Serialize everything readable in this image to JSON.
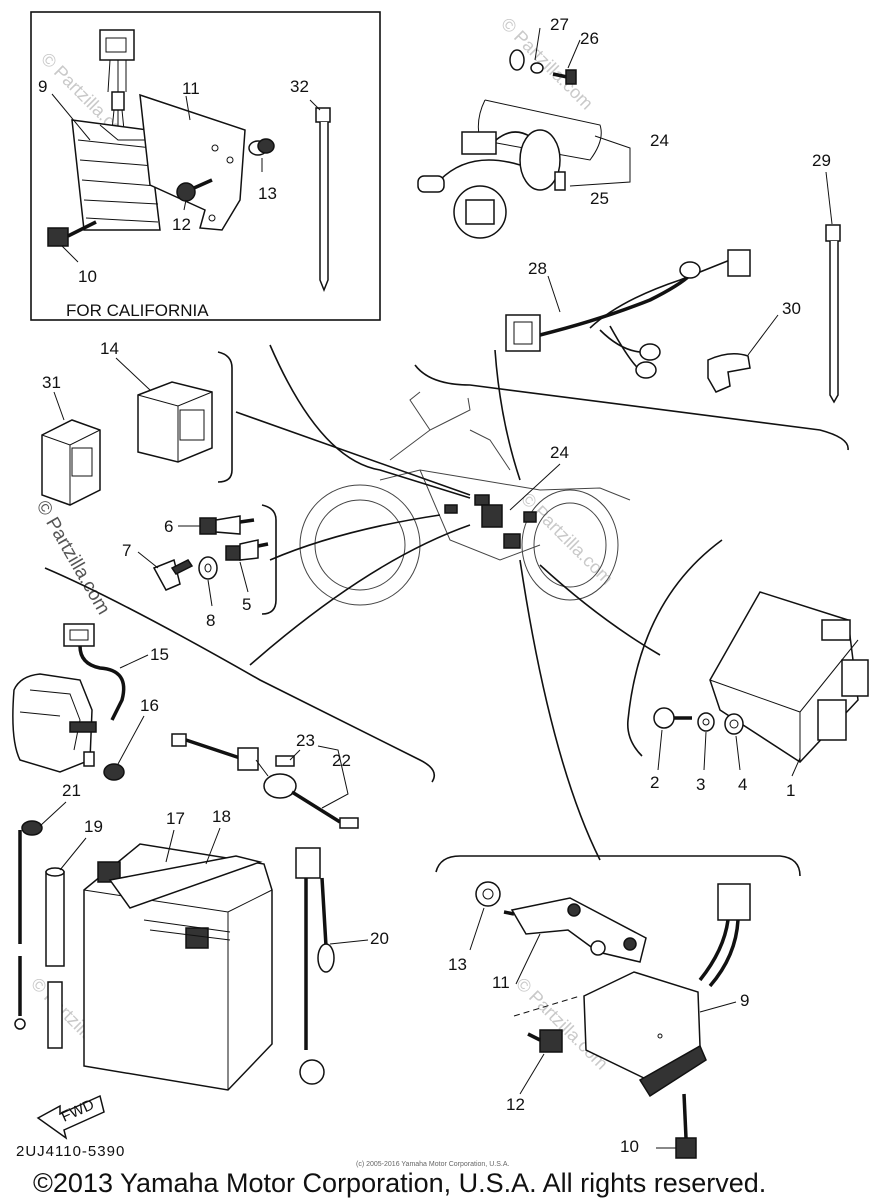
{
  "inset_caption": "FOR CALIFORNIA",
  "diagram_code": "2UJ4110-5390",
  "fwd_label": "FWD",
  "copyright": "©2013 Yamaha Motor Corporation, U.S.A. All rights reserved.",
  "small_copyright": "(c) 2005-2016 Yamaha Motor Corporation, U.S.A.",
  "watermark": "© Partzilla.com",
  "callouts": {
    "c1": "1",
    "c2": "2",
    "c3": "3",
    "c4": "4",
    "c5": "5",
    "c6": "6",
    "c7": "7",
    "c8": "8",
    "c9_inset": "9",
    "c10_inset": "10",
    "c11_inset": "11",
    "c12_inset": "12",
    "c13_inset": "13",
    "c9": "9",
    "c10": "10",
    "c11": "11",
    "c12": "12",
    "c13": "13",
    "c14": "14",
    "c15": "15",
    "c16": "16",
    "c17": "17",
    "c18": "18",
    "c19": "19",
    "c20": "20",
    "c21": "21",
    "c22": "22",
    "c23": "23",
    "c24_top": "24",
    "c24_bike": "24",
    "c25": "25",
    "c26": "26",
    "c27": "27",
    "c28": "28",
    "c29": "29",
    "c30": "30",
    "c31": "31",
    "c32": "32"
  }
}
